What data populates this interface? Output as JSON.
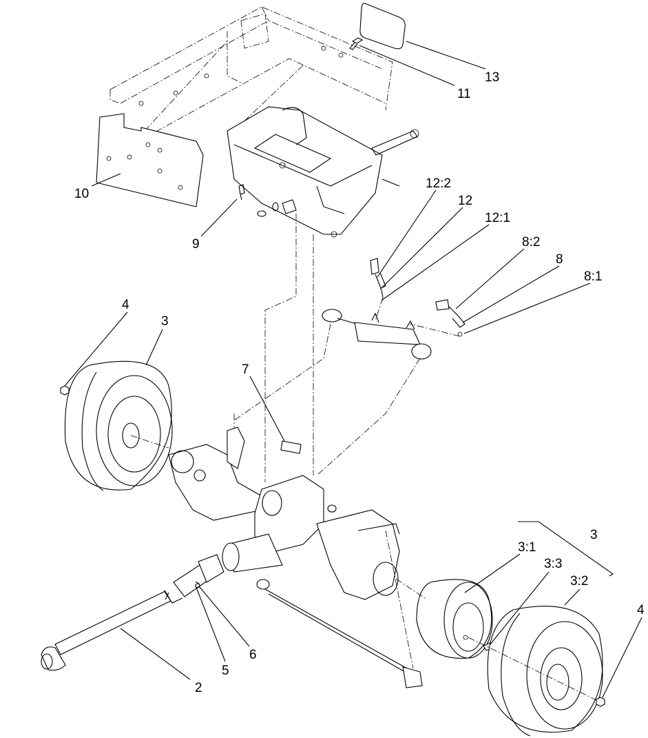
{
  "callouts": [
    {
      "id": "c13",
      "text": "13"
    },
    {
      "id": "c11",
      "text": "11"
    },
    {
      "id": "c10",
      "text": "10"
    },
    {
      "id": "c9",
      "text": "9"
    },
    {
      "id": "c12_2",
      "text": "12:2"
    },
    {
      "id": "c12",
      "text": "12"
    },
    {
      "id": "c12_1",
      "text": "12:1"
    },
    {
      "id": "c8_2",
      "text": "8:2"
    },
    {
      "id": "c8",
      "text": "8"
    },
    {
      "id": "c8_1",
      "text": "8:1"
    },
    {
      "id": "c4a",
      "text": "4"
    },
    {
      "id": "c3a",
      "text": "3"
    },
    {
      "id": "c7",
      "text": "7"
    },
    {
      "id": "c3b",
      "text": "3"
    },
    {
      "id": "c3_1",
      "text": "3:1"
    },
    {
      "id": "c3_3",
      "text": "3:3"
    },
    {
      "id": "c3_2",
      "text": "3:2"
    },
    {
      "id": "c4b",
      "text": "4"
    },
    {
      "id": "c6",
      "text": "6"
    },
    {
      "id": "c5",
      "text": "5"
    },
    {
      "id": "c2",
      "text": "2"
    }
  ]
}
